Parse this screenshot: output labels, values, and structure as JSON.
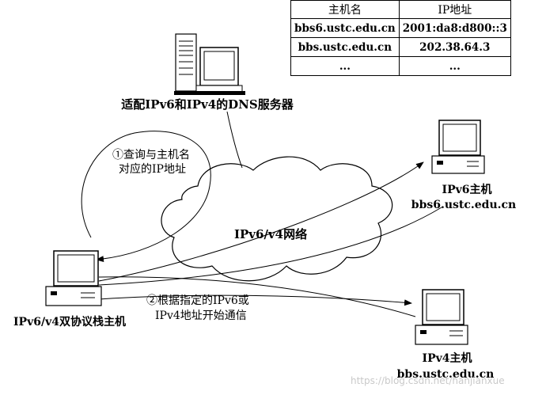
{
  "dns_table": {
    "headers": [
      "主机名",
      "IP地址"
    ],
    "rows": [
      [
        "bbs6.ustc.edu.cn",
        "2001:da8:d800::3"
      ],
      [
        "bbs.ustc.edu.cn",
        "202.38.64.3"
      ],
      [
        "...",
        "..."
      ]
    ]
  },
  "dns_server": {
    "label": "适配IPv6和IPv4的DNS服务器"
  },
  "step1": {
    "line1": "①查询与主机名",
    "line2": "对应的IP地址"
  },
  "network": {
    "label": "IPv6/v4网络"
  },
  "ipv6_host": {
    "label": "IPv6主机",
    "hostname": "bbs6.ustc.edu.cn"
  },
  "dual_stack_host": {
    "label": "IPv6/v4双协议栈主机"
  },
  "step2": {
    "line1": "②根据指定的IPv6或",
    "line2": "IPv4地址开始通信"
  },
  "ipv4_host": {
    "label": "IPv4主机",
    "hostname": "bbs.ustc.edu.cn"
  },
  "watermark": {
    "text": "https://blog.csdn.net/hanjianxue"
  }
}
